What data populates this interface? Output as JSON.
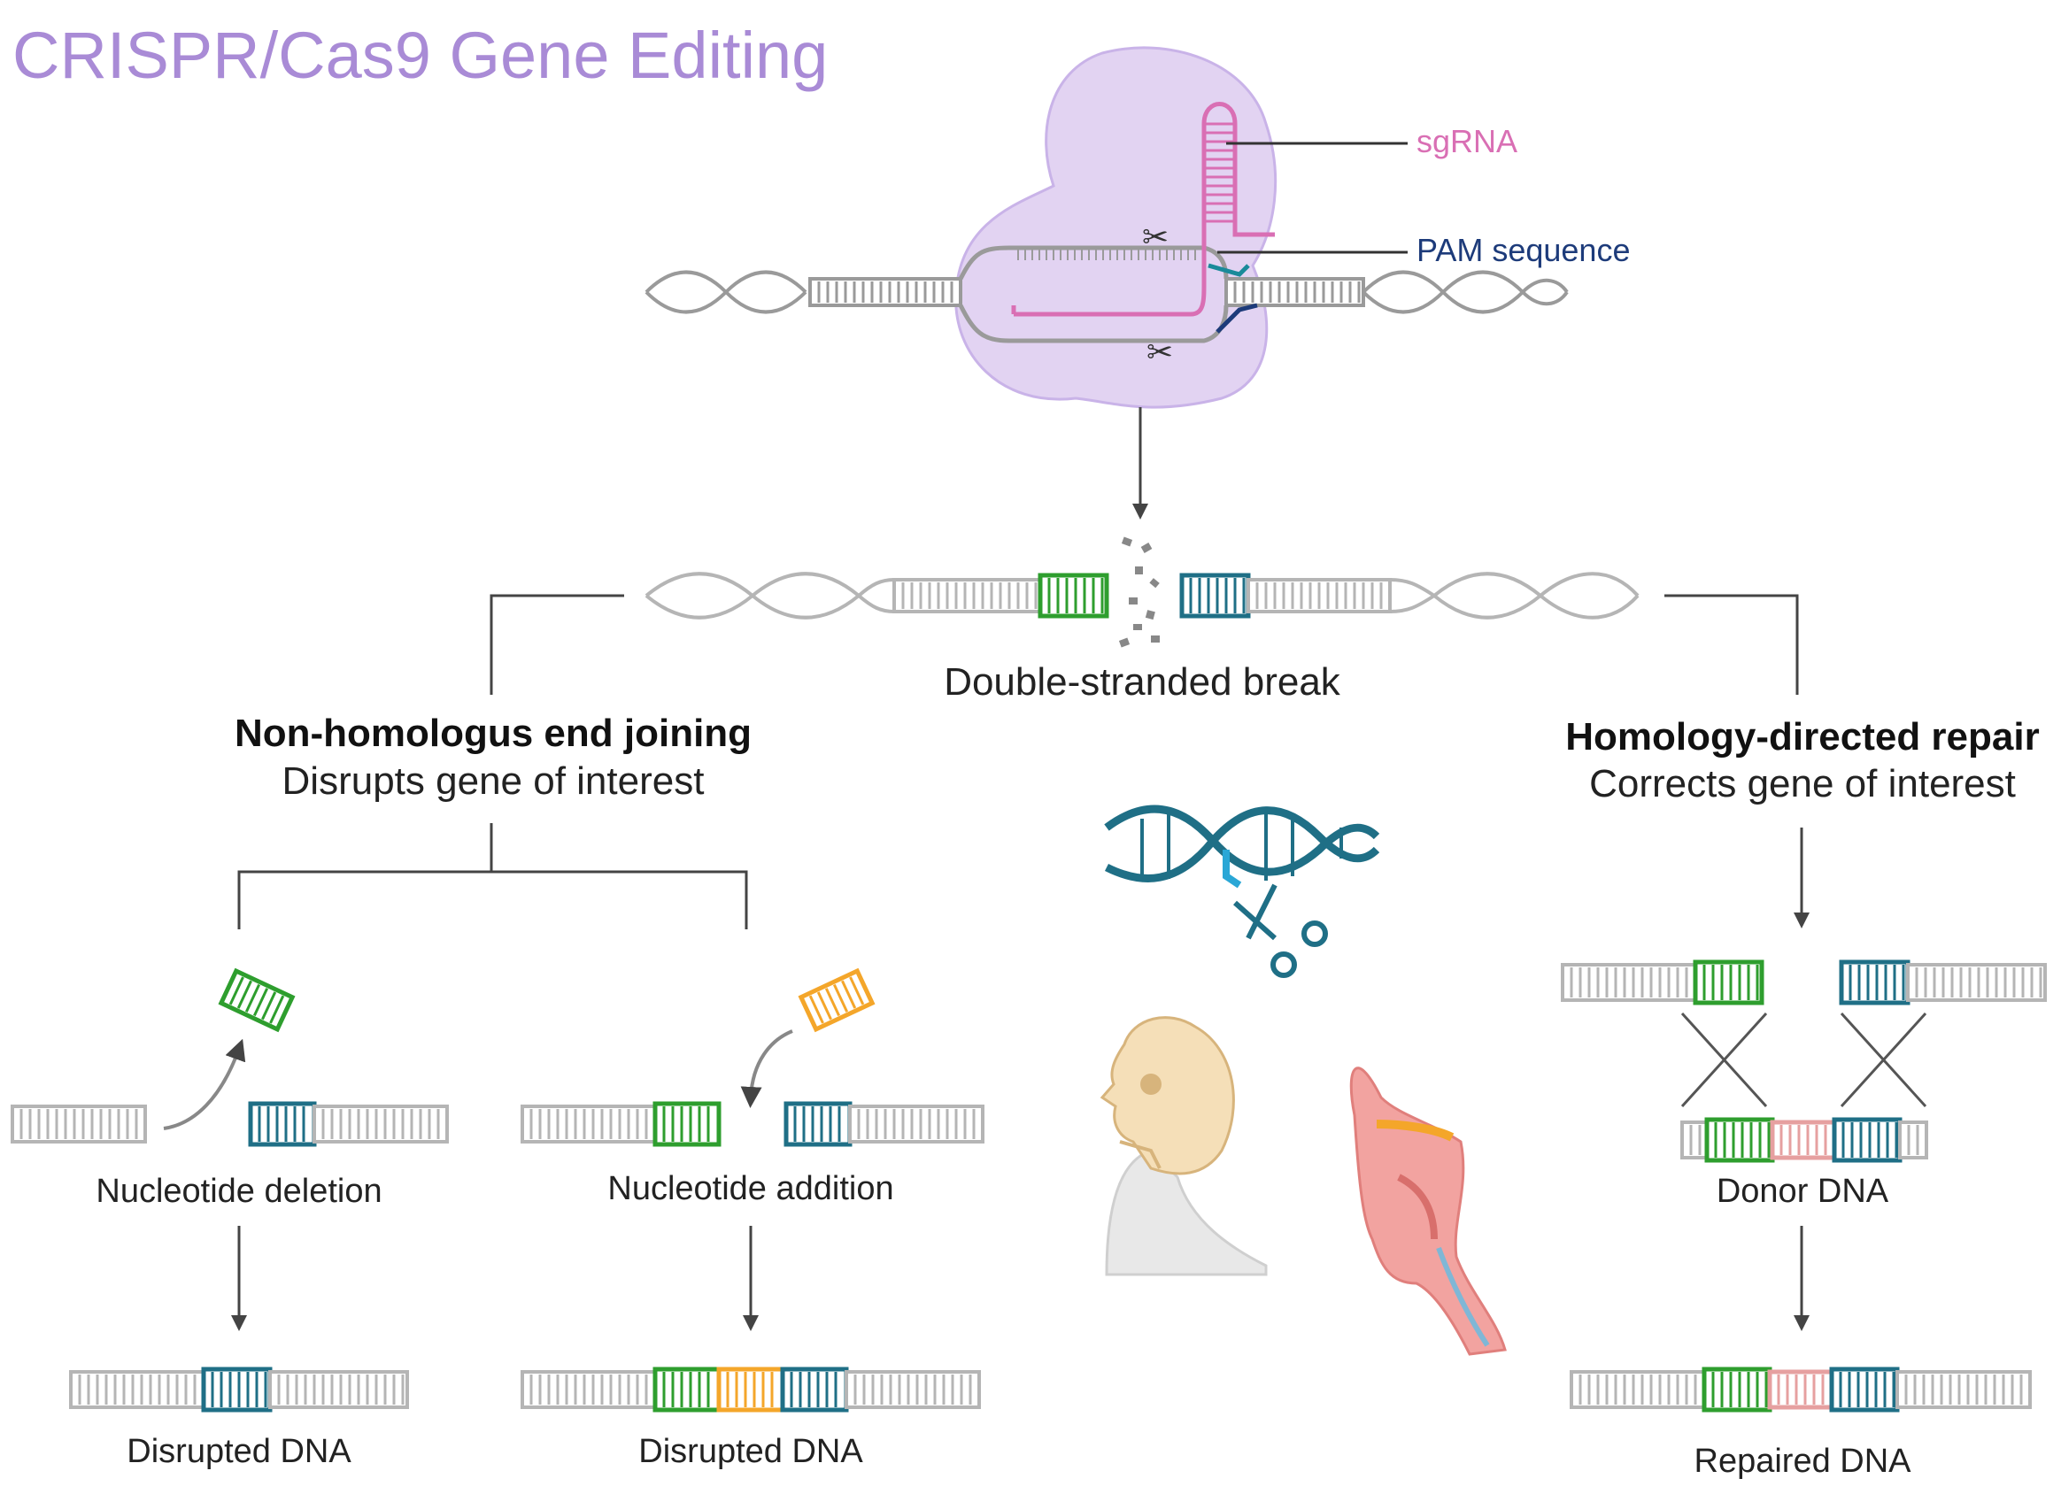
{
  "title": "CRISPR/Cas9 Gene Editing",
  "cas9": {
    "sgrna_label": "sgRNA",
    "pam_label": "PAM sequence"
  },
  "dsb": {
    "label": "Double-stranded break"
  },
  "nhej": {
    "title": "Non-homologus end joining",
    "subtitle": "Disrupts gene of interest",
    "deletion_label": "Nucleotide deletion",
    "addition_label": "Nucleotide addition",
    "result_deletion": "Disrupted DNA",
    "result_addition": "Disrupted DNA"
  },
  "hdr": {
    "title": "Homology-directed repair",
    "subtitle": "Corrects gene of interest",
    "donor_label": "Donor DNA",
    "result": "Repaired DNA"
  },
  "colors": {
    "title": "#a98bd6",
    "cas9_blob": "#e2d3f2",
    "sgrna": "#d96fb4",
    "pam": "#1d3b7a",
    "green": "#2e9e2e",
    "teal": "#1f6f86",
    "orange": "#f4a62a",
    "pink": "#e6a0a0",
    "dna_gray": "#b5b5b5",
    "arrow": "#444444"
  }
}
